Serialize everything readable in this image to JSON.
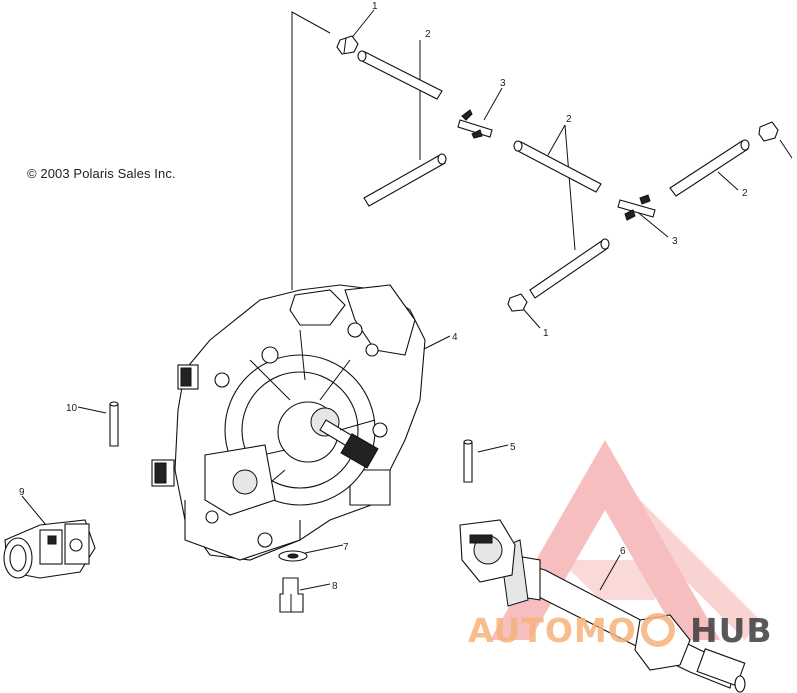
{
  "copyright": "© 2003 Polaris Sales Inc.",
  "callouts": {
    "c1_top": "1",
    "c2_top": "2",
    "c3_top": "3",
    "c2_mid": "2",
    "c2_right": "2",
    "c3_right": "3",
    "c1_lower": "1",
    "c4": "4",
    "c5": "5",
    "c6": "6",
    "c7": "7",
    "c8": "8",
    "c9": "9",
    "c10": "10"
  },
  "watermark": {
    "brand_left": "AUTOMO",
    "brand_right": "HUB",
    "colors": {
      "left": "#f6b27a",
      "right": "#3d3d3d",
      "logo": "#f08a8a"
    }
  }
}
